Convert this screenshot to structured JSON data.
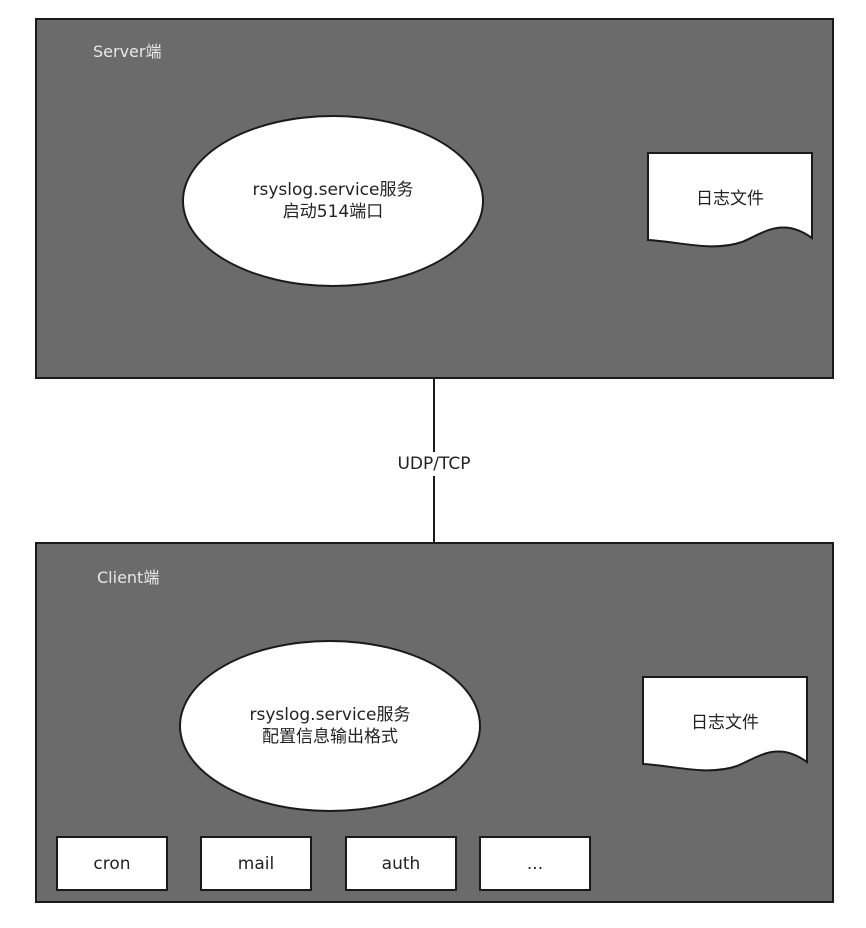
{
  "server": {
    "label": "Server端",
    "service_line1": "rsyslog.service服务",
    "service_line2": "启动514端口",
    "log_file": "日志文件"
  },
  "connection": {
    "label": "UDP/TCP"
  },
  "client": {
    "label": "Client端",
    "service_line1": "rsyslog.service服务",
    "service_line2": "配置信息输出格式",
    "log_file": "日志文件",
    "facilities": [
      "cron",
      "mail",
      "auth",
      "..."
    ]
  },
  "colors": {
    "panel_fill": "#6b6b6b",
    "border": "#1a1a1a",
    "shape_fill": "#ffffff"
  }
}
